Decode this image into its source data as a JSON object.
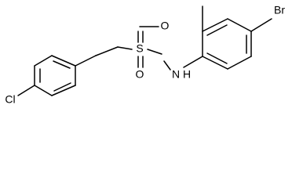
{
  "molecule": {
    "atoms": {
      "chlorine": "Cl",
      "sulfur": "S",
      "oxygen_top": "O",
      "oxygen_bottom": "O",
      "amine": "N",
      "amine_hydrogen": "H",
      "bromine": "Br"
    }
  }
}
